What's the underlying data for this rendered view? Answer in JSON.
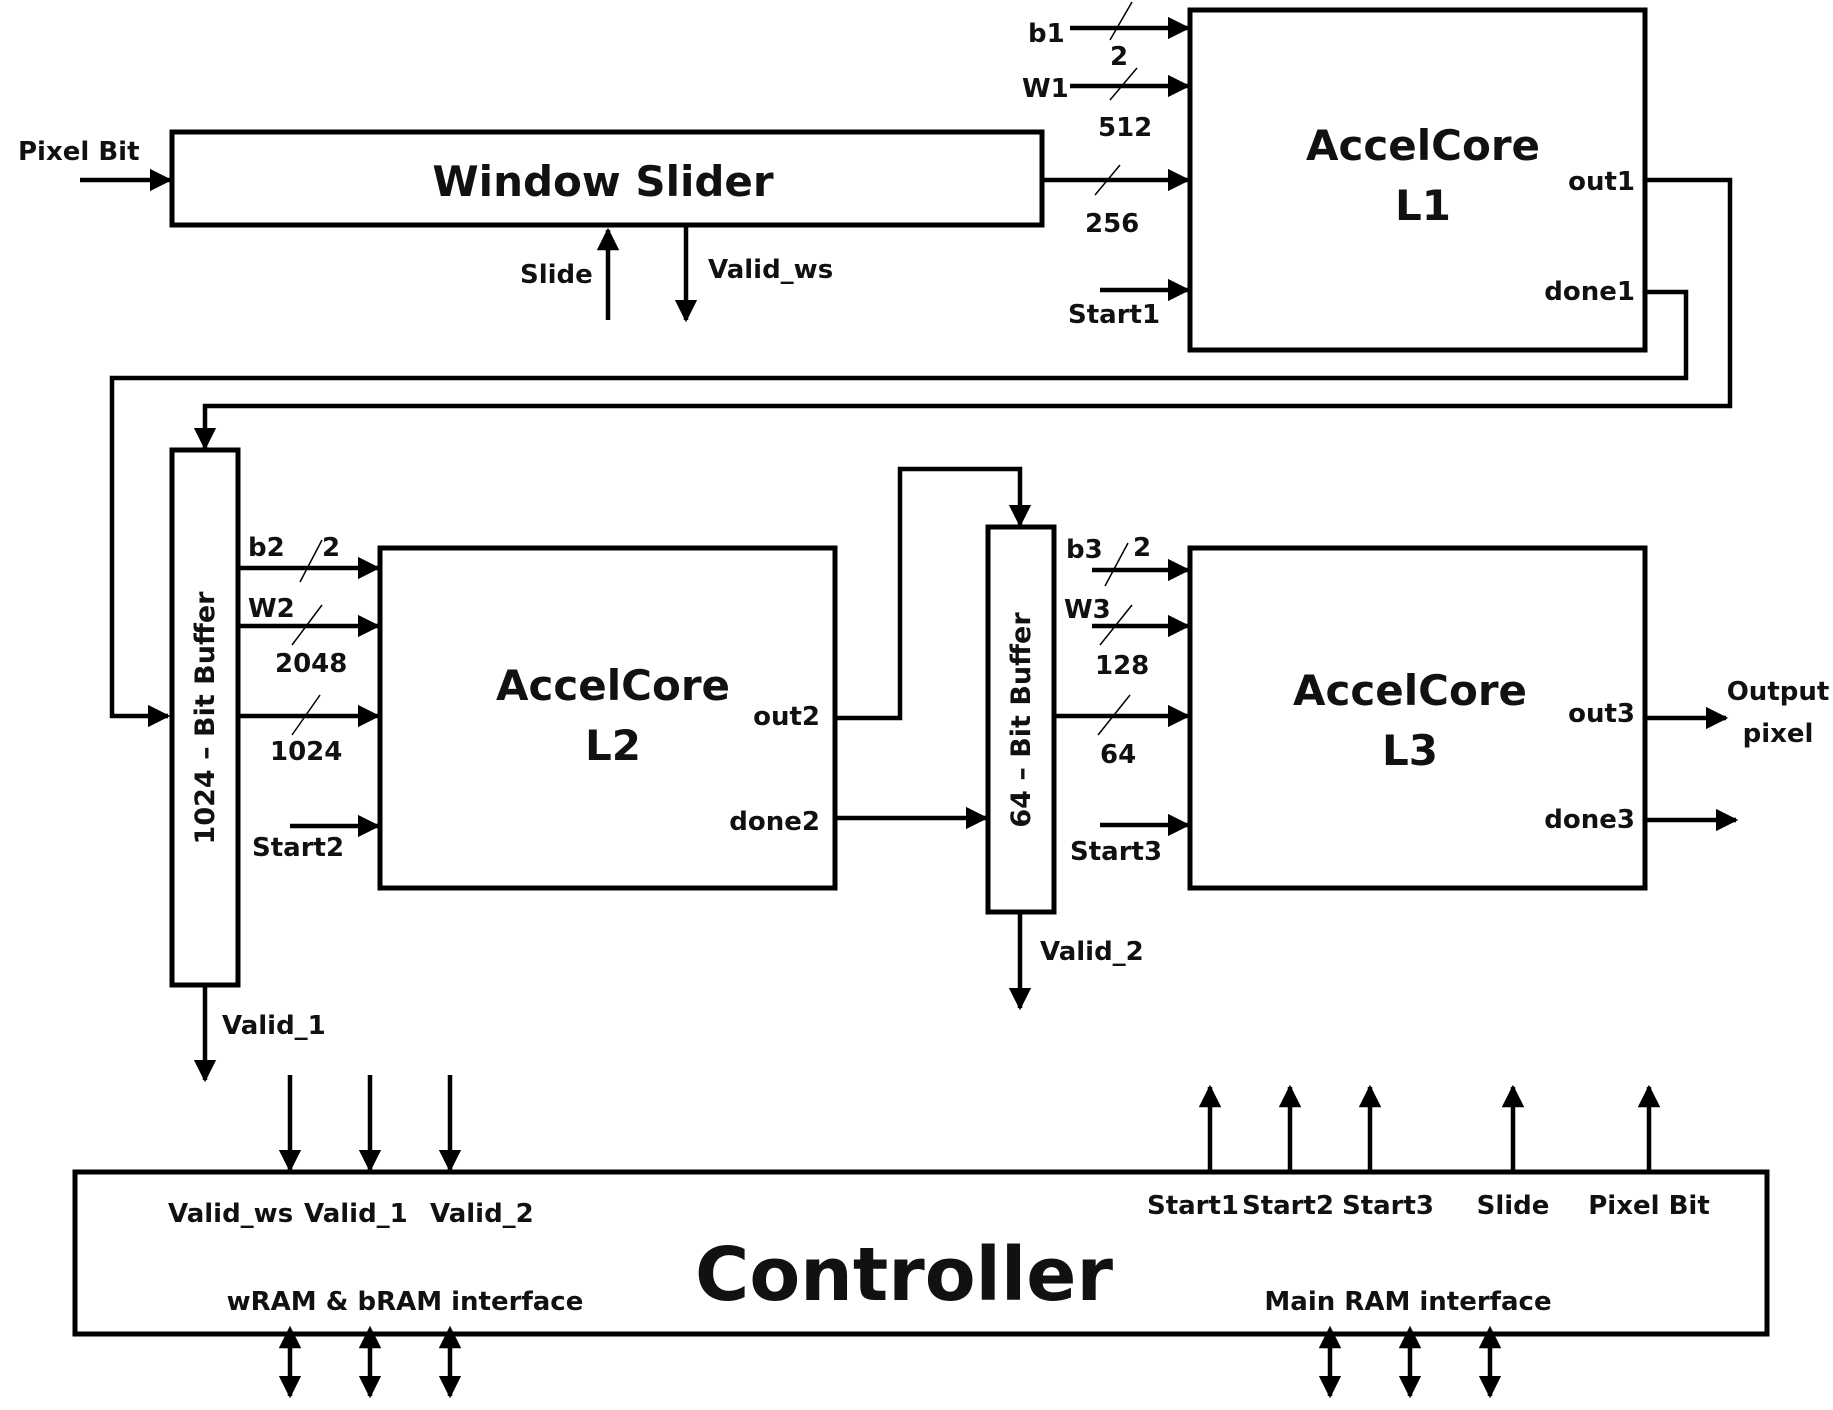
{
  "window_slider": {
    "title": "Window Slider",
    "input": "Pixel Bit",
    "slide": "Slide",
    "valid": "Valid_ws",
    "out_width": "256"
  },
  "l1": {
    "name": "AccelCore",
    "layer": "L1",
    "b": "b1",
    "b_width": "2",
    "w": "W1",
    "w_width": "512",
    "start": "Start1",
    "out": "out1",
    "done": "done1"
  },
  "buffer1": {
    "label": "1024 – Bit Buffer",
    "valid": "Valid_1"
  },
  "l2": {
    "name": "AccelCore",
    "layer": "L2",
    "b": "b2",
    "b_width": "2",
    "w": "W2",
    "w_width": "2048",
    "in_width": "1024",
    "start": "Start2",
    "out": "out2",
    "done": "done2"
  },
  "buffer2": {
    "label": "64 – Bit Buffer",
    "valid": "Valid_2"
  },
  "l3": {
    "name": "AccelCore",
    "layer": "L3",
    "b": "b3",
    "b_width": "2",
    "w": "W3",
    "w_width": "128",
    "in_width": "64",
    "start": "Start3",
    "out": "out3",
    "done": "done3",
    "output_line1": "Output",
    "output_line2": "pixel"
  },
  "controller": {
    "title": "Controller",
    "inputs": [
      "Valid_ws",
      "Valid_1",
      "Valid_2"
    ],
    "outputs": [
      "Start1",
      "Start2",
      "Start3",
      "Slide",
      "Pixel Bit"
    ],
    "left_interface": "wRAM & bRAM interface",
    "right_interface": "Main RAM interface"
  }
}
